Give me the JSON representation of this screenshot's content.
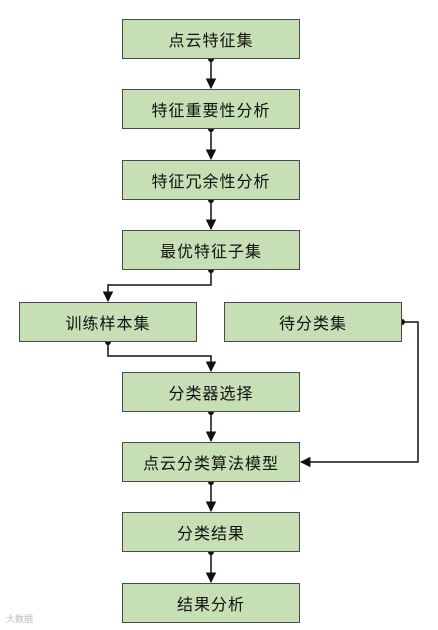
{
  "nodes": {
    "point_cloud_feature_set": "点云特征集",
    "feature_importance_analysis": "特征重要性分析",
    "feature_redundancy_analysis": "特征冗余性分析",
    "optimal_feature_subset": "最优特征子集",
    "training_sample_set": "训练样本集",
    "to_classify_set": "待分类集",
    "classifier_selection": "分类器选择",
    "point_cloud_classification_model": "点云分类算法模型",
    "classification_result": "分类结果",
    "result_analysis": "结果分析"
  },
  "colors": {
    "box_fill": "#c6dfb4",
    "box_border": "#4a4a4a",
    "connector": "#111111"
  },
  "watermark": "大数据"
}
